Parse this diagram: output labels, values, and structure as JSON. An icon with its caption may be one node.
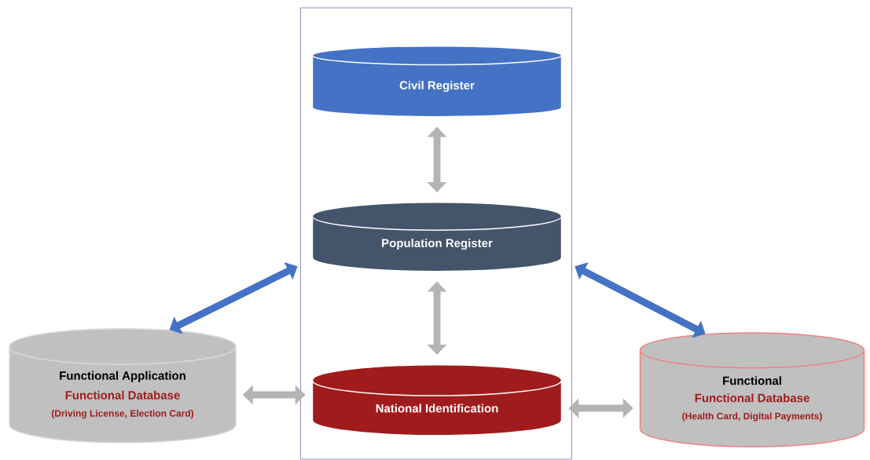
{
  "diagram": {
    "nodes": [
      {
        "text": [],
        "shape": "box"
      },
      {
        "text": [
          "Civil Register"
        ],
        "in": 0
      },
      {
        "text": [
          "Population Register"
        ],
        "in": 0
      },
      {
        "text": [
          "National Identification"
        ],
        "in": 0
      },
      {
        "text": [
          "Functional Application",
          "Functional Database",
          "(Driving License, Election Card)"
        ]
      },
      {
        "text": [
          "Functional",
          "Functional Database",
          "(Health Card, Digital Payments)"
        ]
      }
    ],
    "edges": [
      {
        "from": 1,
        "to": 2,
        "arrow": "both"
      },
      {
        "from": 2,
        "to": 3,
        "arrow": "both"
      },
      {
        "from": 4,
        "to": 0,
        "arrow": "both",
        "color": "#4472c4"
      },
      {
        "from": 0,
        "to": 5,
        "arrow": "both",
        "color": "#4472c4"
      },
      {
        "from": 4,
        "to": 3,
        "arrow": "both"
      },
      {
        "from": 3,
        "to": 5,
        "arrow": "both"
      }
    ]
  }
}
